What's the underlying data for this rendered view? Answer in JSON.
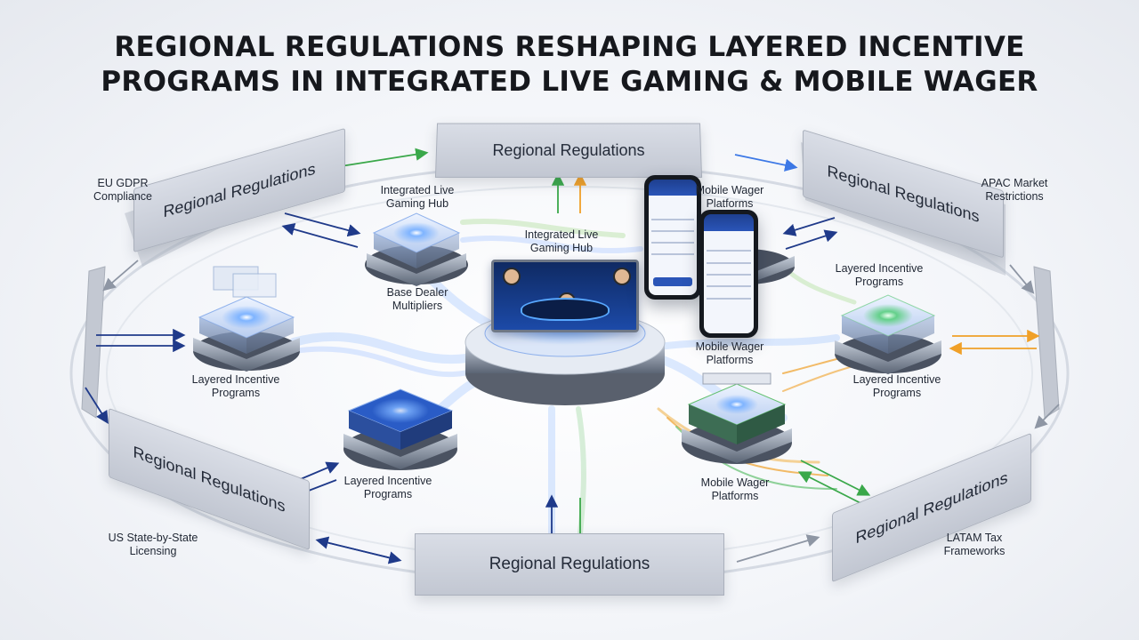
{
  "title": {
    "line1": "REGIONAL REGULATIONS RESHAPING LAYERED INCENTIVE",
    "line2": "PROGRAMS IN INTEGRATED LIVE GAMING & MOBILE WAGER"
  },
  "panels": {
    "top": "Regional Regulations",
    "upper_left": "Regional Regulations",
    "upper_right": "Regional Regulations",
    "lower_left": "Regional Regulations",
    "lower_right": "Regional Regulations",
    "bottom": "Regional Regulations"
  },
  "regions": {
    "eu": {
      "line1": "EU GDPR",
      "line2": "Compliance"
    },
    "apac": {
      "line1": "APAC Market",
      "line2": "Restrictions"
    },
    "us": {
      "line1": "US State-by-State",
      "line2": "Licensing"
    },
    "latam": {
      "line1": "LATAM Tax",
      "line2": "Frameworks"
    }
  },
  "nodes": {
    "live_hub_top": {
      "line1": "Integrated Live",
      "line2": "Gaming Hub"
    },
    "live_hub_center": {
      "line1": "Integrated Live",
      "line2": "Gaming Hub"
    },
    "mobile_top": {
      "line1": "Mobile Wager",
      "line2": "Platforms"
    },
    "base_dealer": {
      "line1": "Base Dealer",
      "line2": "Multipliers"
    },
    "incentive_left": {
      "line1": "Layered Incentive",
      "line2": "Programs"
    },
    "incentive_right_top": {
      "line1": "Layered Incentive",
      "line2": "Programs"
    },
    "incentive_right_bottom": {
      "line1": "Layered Incentive",
      "line2": "Programs"
    },
    "incentive_bottom": {
      "line1": "Layered Incentive",
      "line2": "Programs"
    },
    "mobile_mid": {
      "line1": "Mobile Wager",
      "line2": "Platforms"
    },
    "mobile_bottom": {
      "line1": "Mobile Wager",
      "line2": "Platforms"
    }
  },
  "colors": {
    "flow_blue": "#3c78e6",
    "flow_green": "#3aa84a",
    "flow_orange": "#f0a028",
    "arrow_navy": "#1f3a8a",
    "panel_fill": "#c9ced8",
    "node_glow": "#5a9cff"
  }
}
